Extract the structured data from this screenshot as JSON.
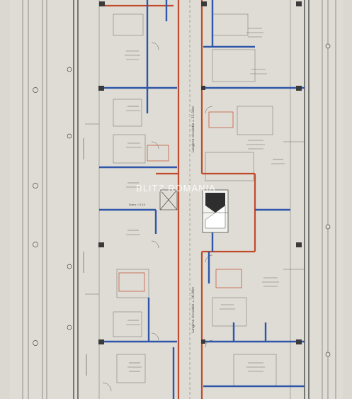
{
  "watermark": "BLITZ ROMANIA",
  "colors": {
    "paper": "#d9d7d0",
    "line": "#4a4a48",
    "wall_blue": "#2f56a8",
    "wall_red": "#c24a2a",
    "column": "#3a3a3a",
    "label": "#7a2a12"
  },
  "corridor_labels": {
    "upper": "Lungime circulatie = 11.04m",
    "lower": "Lungime circulatie = 16.06m"
  },
  "stair_label": "Scara = 5.10"
}
